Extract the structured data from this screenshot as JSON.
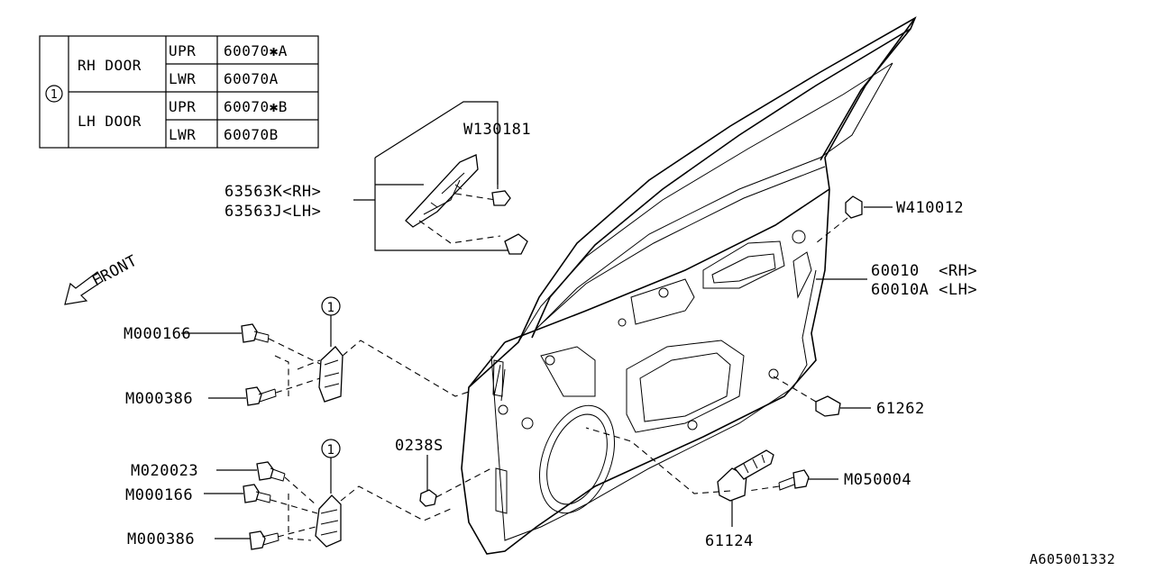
{
  "legend_table": {
    "ref_number": "1",
    "rows": [
      {
        "door": "RH DOOR",
        "position": "UPR",
        "part": "60070✱A"
      },
      {
        "door": "",
        "position": "LWR",
        "part": "60070A"
      },
      {
        "door": "LH DOOR",
        "position": "UPR",
        "part": "60070✱B"
      },
      {
        "door": "",
        "position": "LWR",
        "part": "60070B"
      }
    ]
  },
  "labels": {
    "w130181": "W130181",
    "p63563k": "63563K<RH>",
    "p63563j": "63563J<LH>",
    "w410012": "W410012",
    "p60010": "60010  <RH>",
    "p60010a": "60010A <LH>",
    "front": "FRONT",
    "m000166_upper": "M000166",
    "m000386_upper": "M000386",
    "ref_upper": "1",
    "ref_lower": "1",
    "m020023": "M020023",
    "m000166_lower": "M000166",
    "m000386_lower": "M000386",
    "p0238s": "0238S",
    "p61262": "61262",
    "m050004": "M050004",
    "p61124": "61124",
    "diagram_id": "A605001332"
  }
}
